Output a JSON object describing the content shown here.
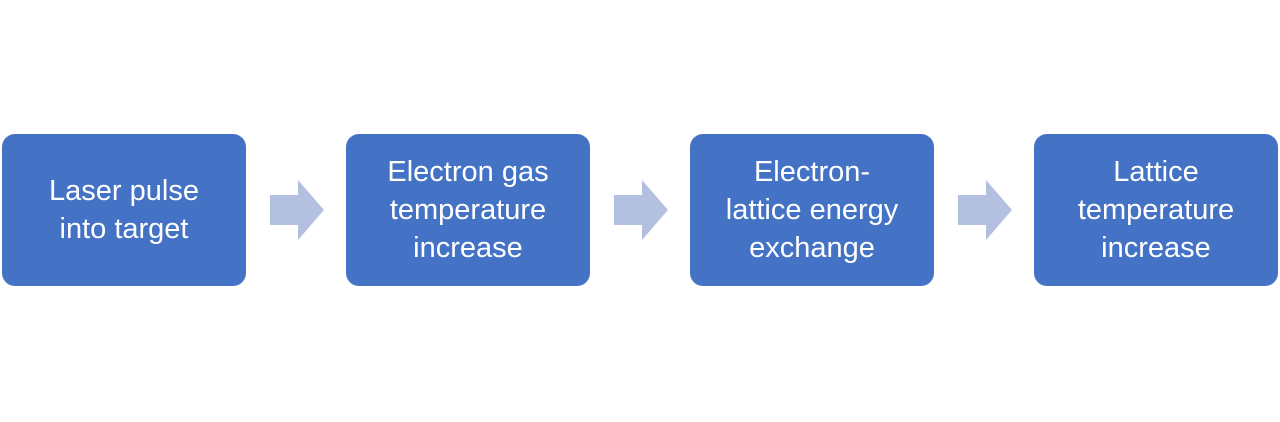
{
  "colors": {
    "box_fill": "#4472c4",
    "arrow_fill": "#b4c0e0",
    "text": "#ffffff"
  },
  "steps": [
    {
      "label": "Laser pulse\ninto target"
    },
    {
      "label": "Electron gas\ntemperature\nincrease"
    },
    {
      "label": "Electron-\nlattice energy\nexchange"
    },
    {
      "label": "Lattice\ntemperature\nincrease"
    }
  ],
  "connectors": [
    {
      "icon": "right-arrow-icon"
    },
    {
      "icon": "right-arrow-icon"
    },
    {
      "icon": "right-arrow-icon"
    }
  ]
}
